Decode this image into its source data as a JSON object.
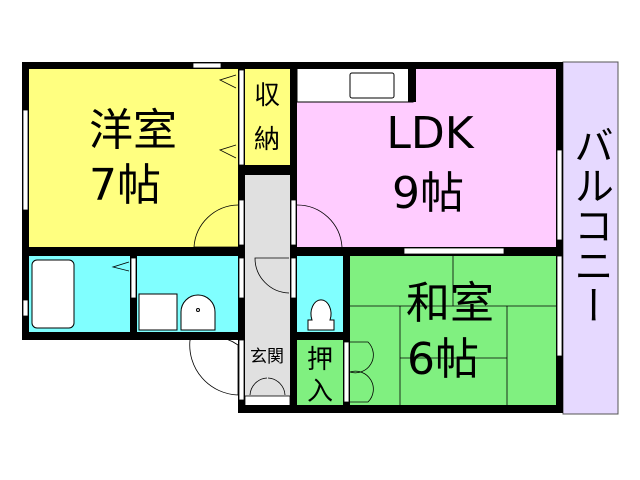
{
  "rooms": {
    "western": {
      "name": "洋室",
      "size": "7帖"
    },
    "storage": {
      "name": "収納"
    },
    "ldk": {
      "name": "LDK",
      "size": "9帖"
    },
    "balcony": {
      "name": "バルコニー"
    },
    "japanese": {
      "name": "和室",
      "size": "6帖"
    },
    "entrance": {
      "name": "玄関"
    },
    "closet": {
      "name": "押入"
    }
  },
  "colors": {
    "western": "#ffff80",
    "ldk": "#ffccff",
    "japanese": "#80f080",
    "wet": "#80ffff",
    "hall": "#e0e0e0",
    "balcony": "#e6d9ff",
    "wall": "#000000"
  }
}
